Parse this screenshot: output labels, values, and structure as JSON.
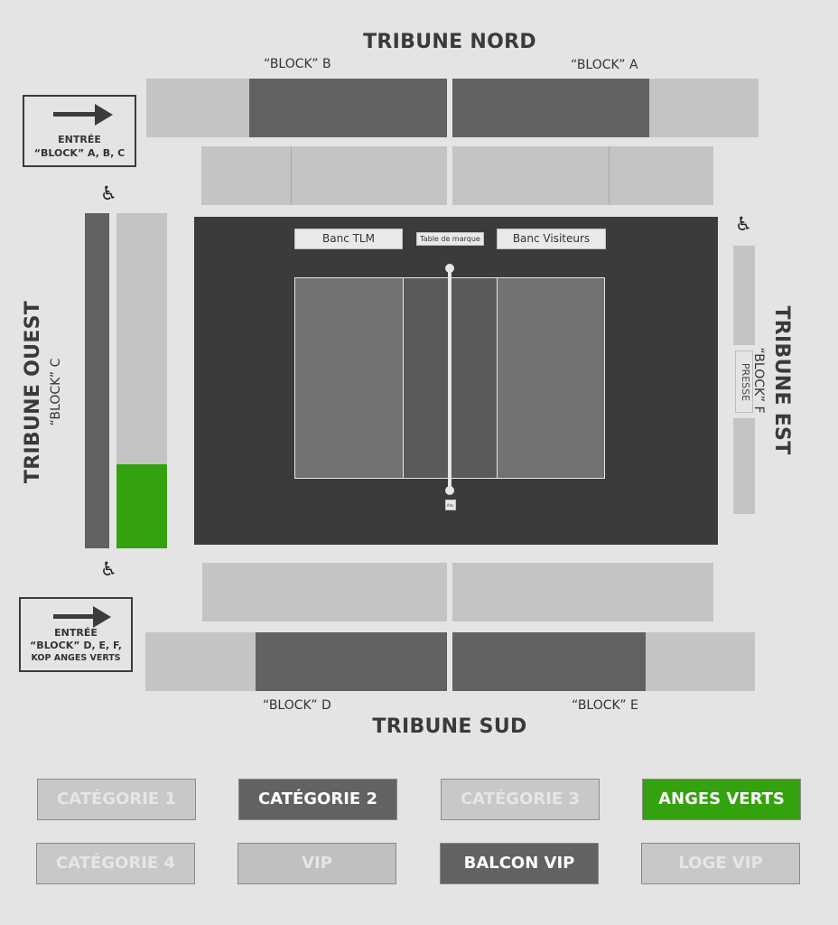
{
  "stands": {
    "north": {
      "title": "TRIBUNE NORD",
      "block_b": "“BLOCK” B",
      "block_a": "“BLOCK” A"
    },
    "south": {
      "title": "TRIBUNE SUD",
      "block_d": "“BLOCK” D",
      "block_e": "“BLOCK” E"
    },
    "west": {
      "title": "TRIBUNE OUEST",
      "block_c": "“BLOCK” C"
    },
    "east": {
      "title": "TRIBUNE EST",
      "block_f": "“BLOCK” F",
      "press": "PRESSE"
    }
  },
  "entries": {
    "top": {
      "line1": "ENTRÉE",
      "line2": "“BLOCK” A, B, C"
    },
    "bottom": {
      "line1": "ENTRÉE",
      "line2": "“BLOCK” D, E, F,",
      "line3": "KOP ANGES VERTS"
    }
  },
  "court": {
    "bench_home": "Banc TLM",
    "score_table": "Table de marque",
    "bench_away": "Banc Visiteurs",
    "referee": "Arb."
  },
  "accessibility_icon": "wheelchair-icon",
  "legend": [
    {
      "label": "CATÉGORIE 1",
      "bg": "#c8c8c8",
      "fg": "#e6e6e6"
    },
    {
      "label": "CATÉGORIE 2",
      "bg": "#626262",
      "fg": "#ffffff"
    },
    {
      "label": "CATÉGORIE 3",
      "bg": "#c8c8c8",
      "fg": "#e6e6e6"
    },
    {
      "label": "ANGES VERTS",
      "bg": "#34a10e",
      "fg": "#ffffff"
    },
    {
      "label": "CATÉGORIE 4",
      "bg": "#c8c8c8",
      "fg": "#e6e6e6"
    },
    {
      "label": "VIP",
      "bg": "#c0c0c0",
      "fg": "#e6e6e6"
    },
    {
      "label": "BALCON VIP",
      "bg": "#626262",
      "fg": "#ffffff"
    },
    {
      "label": "LOGE VIP",
      "bg": "#c8c8c8",
      "fg": "#e6e6e6"
    }
  ],
  "colors": {
    "category_light": "#c4c4c4",
    "category_dark": "#626262",
    "anges_verts": "#34a10e",
    "court": "#3b3b3b",
    "background": "#e4e4e4"
  }
}
